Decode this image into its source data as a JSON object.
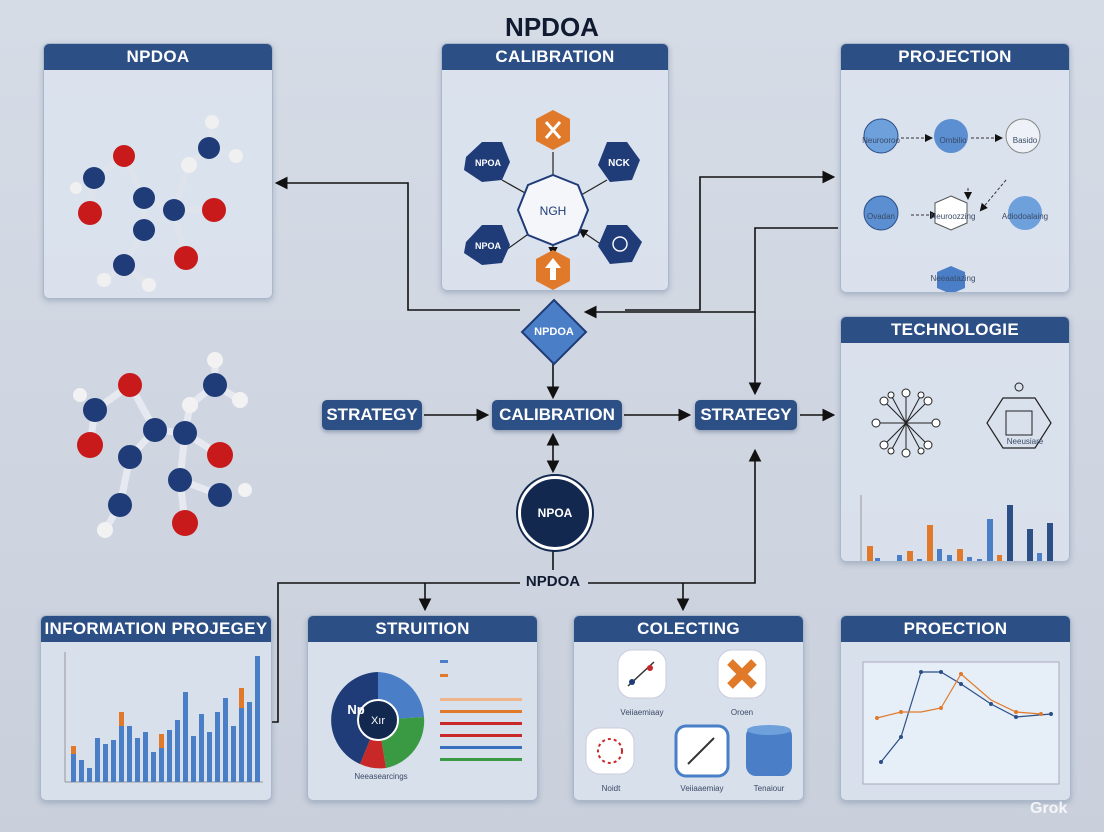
{
  "title": "NPDOA",
  "panels": {
    "top_left": "NPDOA",
    "top_center": "CALIBRATION",
    "top_right": "PROJECTION",
    "mid_right": "TECHNOLOGIE",
    "bottom_1": "INFORMATION PROJEGEY",
    "bottom_2": "STRUITION",
    "bottom_3": "COLECTING",
    "bottom_4": "PROECTION"
  },
  "calibration_nodes": {
    "n1": "NPOA",
    "n2": "NCK",
    "n3": "NPOA",
    "center": "NGH"
  },
  "projection_labels": [
    "Neurooroo",
    "Ombilio",
    "Basido",
    "Ovadan",
    "Neuroozzing",
    "Adiodoalaing",
    "Neeaatazing"
  ],
  "flow": {
    "diamond": "NPDOA",
    "strategy_left": "STRATEGY",
    "calibration": "CALIBRATION",
    "strategy_right": "STRATEGY",
    "circle": "NPOA",
    "bottom_label": "NPDOA"
  },
  "technologie_label": "Neeusiare",
  "struition": {
    "donut_center": "Xır",
    "donut_left": "Np",
    "caption": "Neeasearcings"
  },
  "collecting_labels": [
    "Veiiaemiaay",
    "Oroen",
    "Noidt",
    "Veiiaaemiay",
    "Tenaiour"
  ],
  "colors": {
    "navy": "#2c4f86",
    "accent_orange": "#e07a2a",
    "blue": "#4a7fc8",
    "green": "#3a9a44",
    "red": "#c82828"
  },
  "watermark": "Grok"
}
